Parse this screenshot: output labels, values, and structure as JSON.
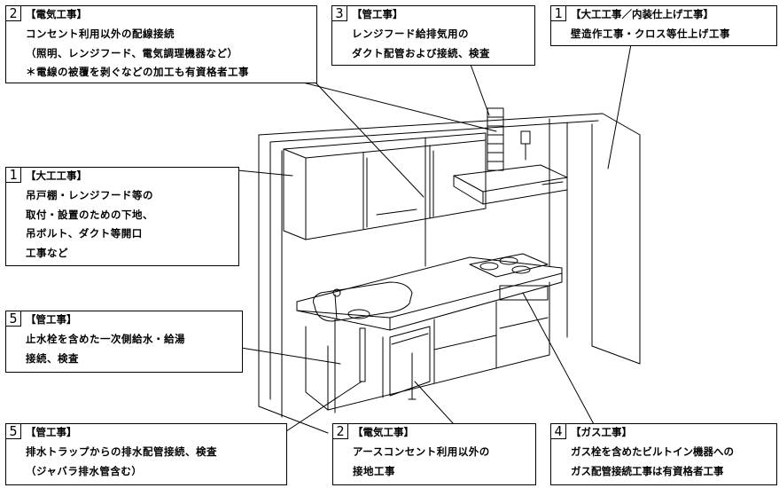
{
  "callouts": [
    {
      "id": "electrical-top",
      "number": "2",
      "category": "【電気工事】",
      "lines": [
        "コンセント利用以外の配線接続",
        "（照明、レンジフード、電気調理機器など）",
        "＊電線の被覆を剥ぐなどの加工も有資格者工事"
      ]
    },
    {
      "id": "pipe-top",
      "number": "3",
      "category": "【管工事】",
      "lines": [
        "レンジフード給排気用の",
        "ダクト配管および接続、検査"
      ]
    },
    {
      "id": "carpentry-top",
      "number": "1",
      "category": "【大工工事／内装仕上げ工事】",
      "lines": [
        "壁造作工事・クロス等仕上げ工事"
      ]
    },
    {
      "id": "carpentry-left",
      "number": "1",
      "category": "【大工工事】",
      "lines": [
        "吊戸棚・レンジフード等の",
        "取付・設置のための下地、",
        "吊ボルト、ダクト等開口",
        "工事など"
      ]
    },
    {
      "id": "pipe-water",
      "number": "5",
      "category": "【管工事】",
      "lines": [
        "止水栓を含めた一次側給水・給湯",
        "接続、検査"
      ]
    },
    {
      "id": "pipe-drain",
      "number": "5",
      "category": "【管工事】",
      "lines": [
        "排水トラップからの排水配管接続、検査",
        "（ジャバラ排水管含む）"
      ]
    },
    {
      "id": "electrical-bottom",
      "number": "2",
      "category": "【電気工事】",
      "lines": [
        "アースコンセント利用以外の",
        "接地工事"
      ]
    },
    {
      "id": "gas",
      "number": "4",
      "category": "【ガス工事】",
      "lines": [
        "ガス栓を含めたビルトイン機器への",
        "ガス配管接続工事は有資格者工事"
      ]
    }
  ]
}
